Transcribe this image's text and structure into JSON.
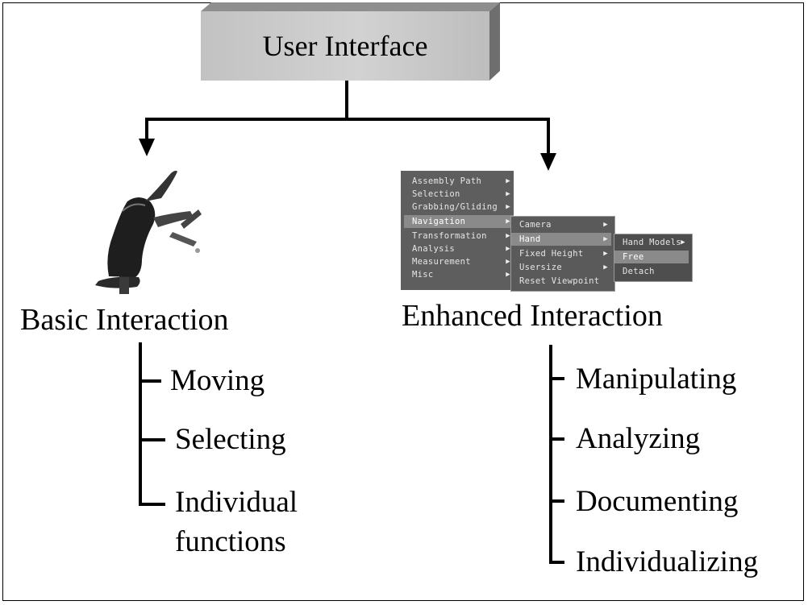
{
  "title": "User Interface",
  "basic": {
    "heading": "Basic Interaction",
    "items": [
      "Moving",
      "Selecting",
      "Individual",
      "functions"
    ]
  },
  "enhanced": {
    "heading": "Enhanced Interaction",
    "items": [
      "Manipulating",
      "Analyzing",
      "Documenting",
      "Individualizing"
    ]
  },
  "menu": {
    "main": [
      "Assembly Path",
      "Selection",
      "Grabbing/Gliding",
      "Navigation",
      "Transformation",
      "Analysis",
      "Measurement",
      "Misc"
    ],
    "nav_sub": [
      "Camera",
      "Hand",
      "Fixed Height",
      "Usersize",
      "Reset Viewpoint"
    ],
    "hand_sub": [
      "Hand Models",
      "Free",
      "Detach"
    ]
  },
  "icons": {
    "device": "3d-input-device-icon",
    "cursor": "x-cursor-icon"
  }
}
